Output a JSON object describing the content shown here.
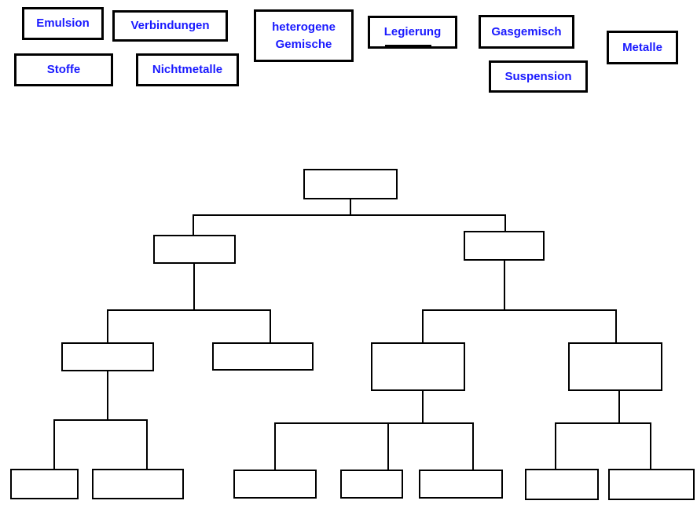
{
  "word_bank": {
    "labels": [
      {
        "text": "Emulsion"
      },
      {
        "text": "Verbindungen"
      },
      {
        "text": "heterogene Gemische",
        "line1": "heterogene",
        "line2": "Gemische"
      },
      {
        "text": "Legierung",
        "underlined": true
      },
      {
        "text": "Gasgemisch"
      },
      {
        "text": "Metalle"
      },
      {
        "text": "Stoffe"
      },
      {
        "text": "Nichtmetalle"
      },
      {
        "text": "Suspension"
      }
    ],
    "text_color": "#1a1aff",
    "box_border_color": "#000000"
  },
  "tree": {
    "empty_slot_count": 14,
    "node_fill": "#ffffff",
    "node_border_color": "#000000",
    "line_color": "#000000"
  }
}
